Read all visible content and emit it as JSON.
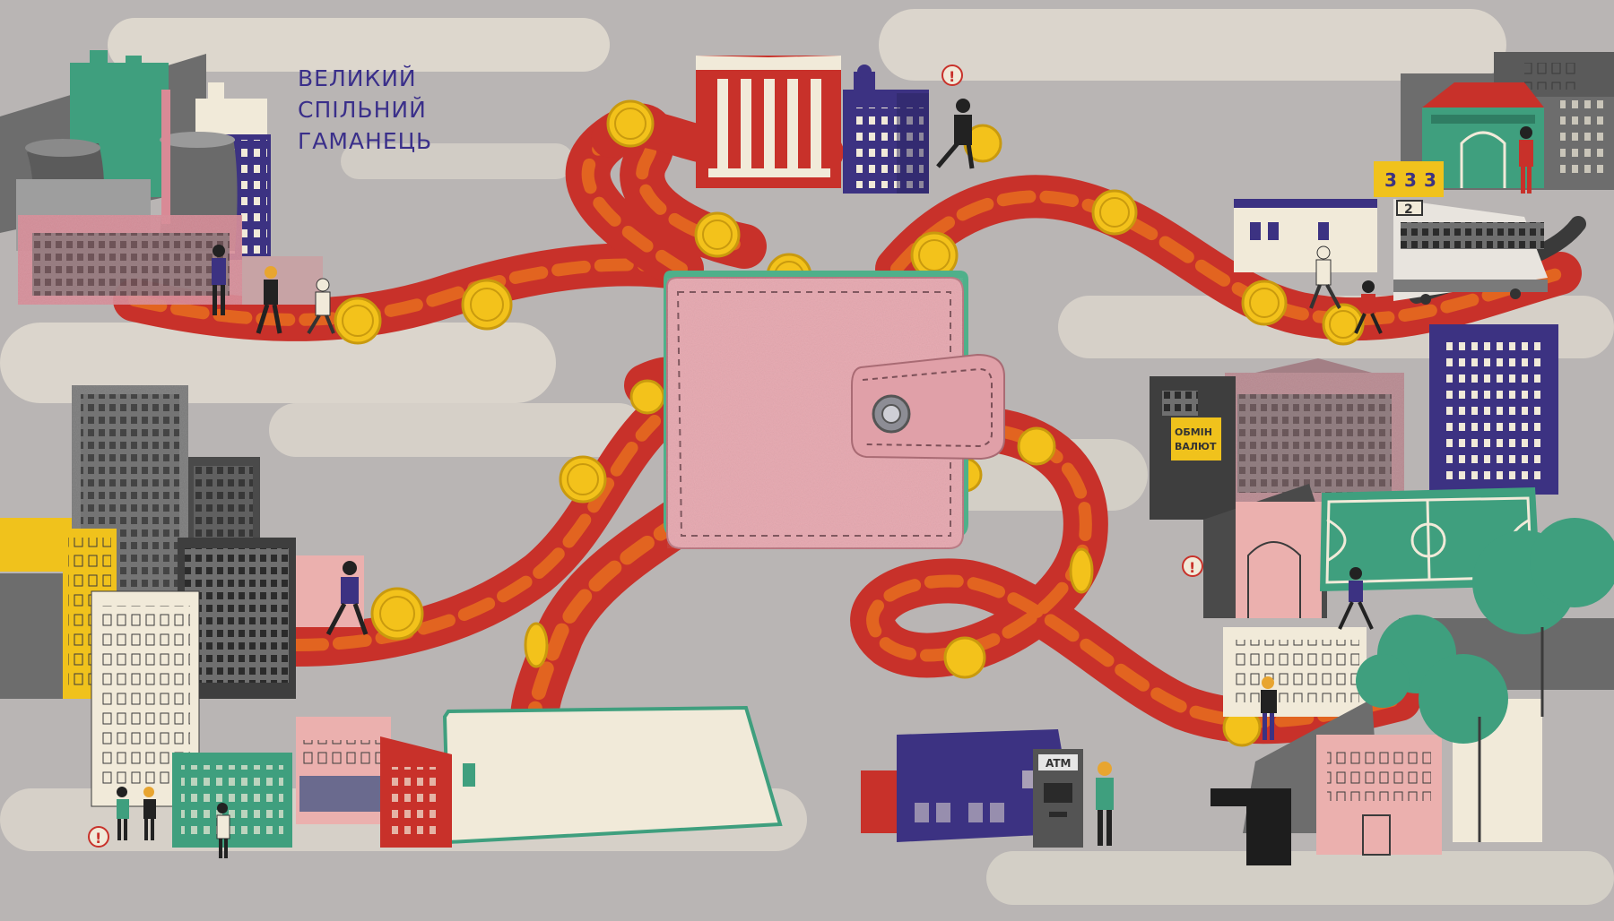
{
  "title": {
    "lines": [
      "ВЕЛИКИЙ",
      "СПІЛЬНИЙ",
      "ГАМАНЕЦЬ"
    ]
  },
  "signs": {
    "exchange": [
      "ОБМІН",
      "ВАЛЮТ"
    ],
    "atm": "ATM",
    "tram_number": "2",
    "route_numbers": [
      "3",
      "3",
      "3"
    ],
    "alert": "!"
  },
  "colors": {
    "background": "#b9b5b4",
    "road_red": "#c8312a",
    "road_orange": "#e8721e",
    "coin": "#f3c21b",
    "wallet_pink": "#e6a6ae",
    "wallet_stitch": "#4fb08a",
    "navy": "#3c3282",
    "teal": "#3f9f7e",
    "mustard": "#f0c21c",
    "pink": "#ebb0ae",
    "cream": "#f1ead9"
  },
  "icons": [
    "wallet-icon",
    "coin-icon",
    "tram-icon",
    "atm-icon",
    "tree-icon",
    "alert-icon",
    "person-icon"
  ]
}
